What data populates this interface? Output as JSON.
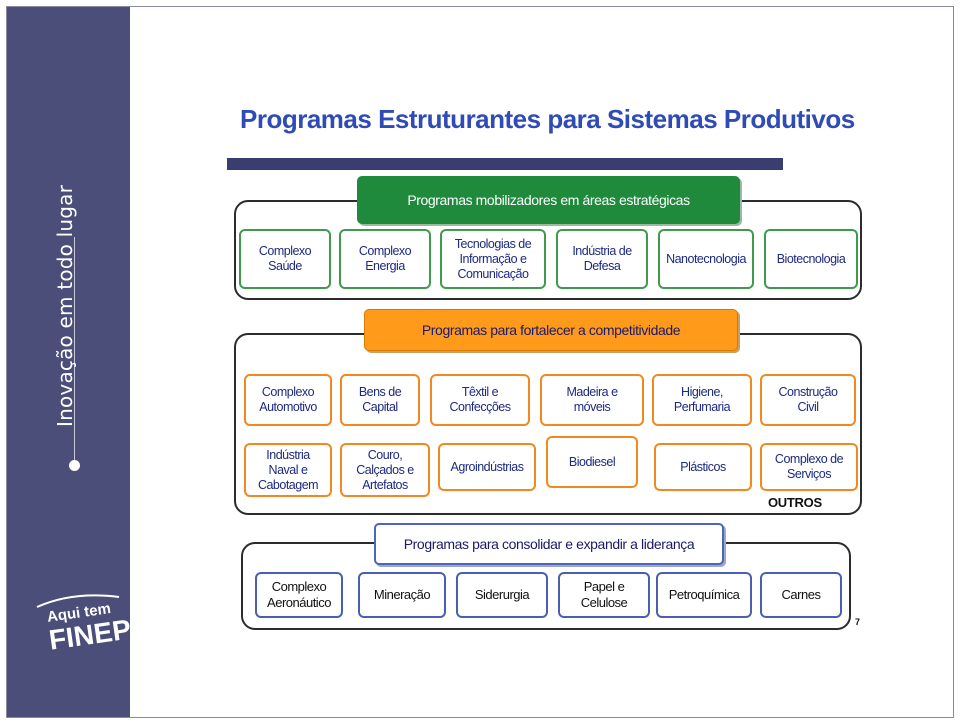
{
  "sidebar": {
    "tagline": "Inovação em todo lugar",
    "logo_line1": "Aqui tem",
    "logo_line2": "FINEP"
  },
  "title": "Programas Estruturantes para Sistemas Produtivos",
  "groups": {
    "mobilizadores": {
      "banner": "Programas mobilizadores em áreas estratégicas",
      "items": [
        "Complexo\nSaúde",
        "Complexo\nEnergia",
        "Tecnologias de\nInformação e\nComunicação",
        "Indústria de\nDefesa",
        "Nanotecnologia",
        "Biotecnologia"
      ]
    },
    "competitividade": {
      "banner": "Programas para fortalecer a competitividade",
      "row1": [
        "Complexo\nAutomotivo",
        "Bens de\nCapital",
        "Têxtil e\nConfecções",
        "Madeira e\nmóveis",
        "Higiene,\nPerfumaria",
        "Construção\nCivil"
      ],
      "row2": [
        "Indústria\nNaval e\nCabotagem",
        "Couro,\nCalçados e\nArtefatos",
        "Agroindústrias",
        "Biodiesel",
        "Plásticos",
        "Complexo de\nServiços"
      ],
      "outros": "OUTROS"
    },
    "lideranca": {
      "banner": "Programas para consolidar e expandir a liderança",
      "items": [
        "Complexo\nAeronáutico",
        "Mineração",
        "Siderurgia",
        "Papel e\nCelulose",
        "Petroquímica",
        "Carnes"
      ]
    }
  },
  "page_number": "7"
}
